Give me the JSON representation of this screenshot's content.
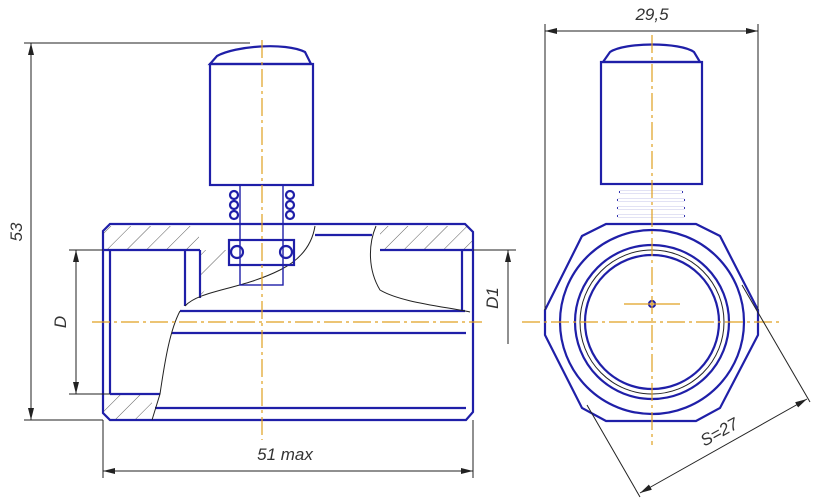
{
  "drawing": {
    "front_view": {
      "height_dim": "53",
      "width_dim": "51 max",
      "inlet_dim": "D",
      "outlet_dim": "D1"
    },
    "side_view": {
      "width_dim": "29,5",
      "hex_dim": "S=27"
    },
    "colors": {
      "outline": "#1f1fa8",
      "centerline": "#e0a020",
      "dimension": "#222222"
    }
  }
}
